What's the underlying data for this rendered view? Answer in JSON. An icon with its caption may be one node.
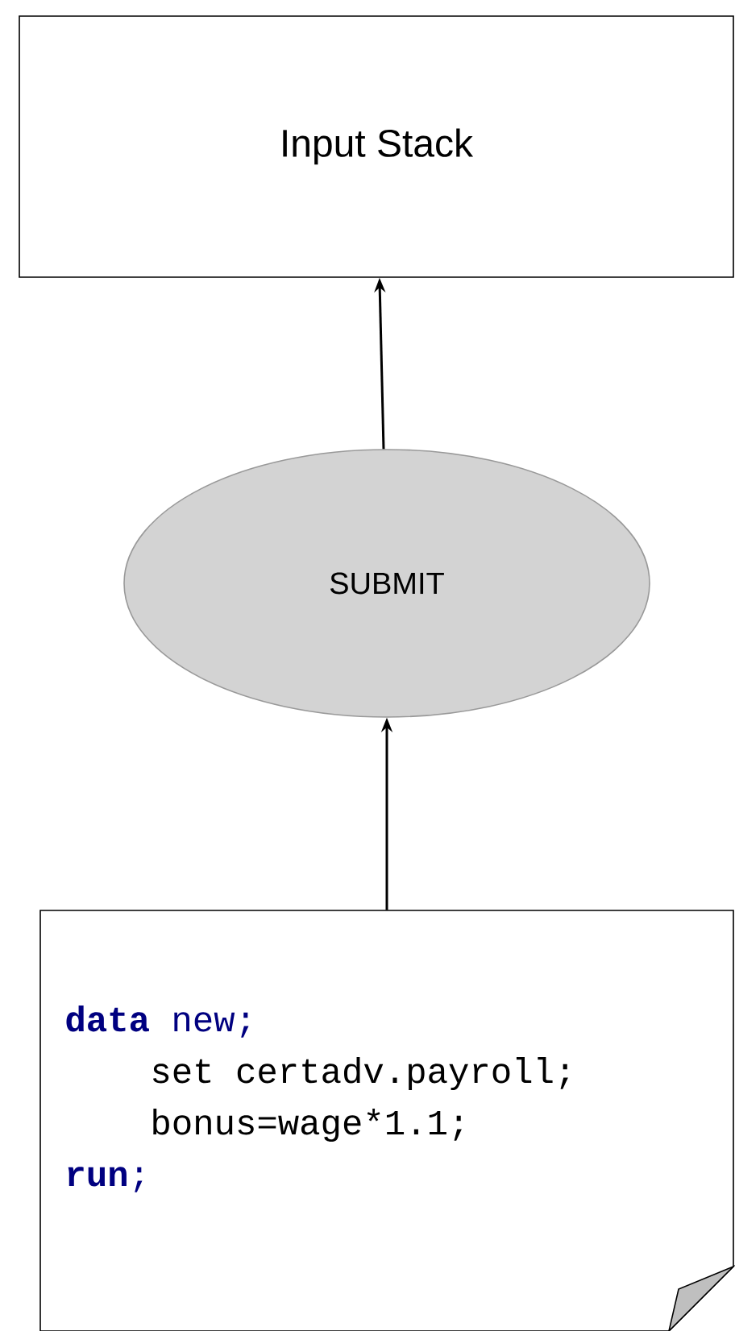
{
  "diagram": {
    "nodes": [
      {
        "text": [
          "Input Stack"
        ]
      },
      {
        "text": [
          "SUBMIT"
        ]
      },
      {
        "text": [
          "**data** new;",
          "set certadv.payroll;",
          "bonus=wage*1.1;",
          "**run**;"
        ]
      }
    ],
    "edges": [
      {
        "from": 1,
        "to": 0,
        "arrow": "to"
      },
      {
        "from": 2,
        "to": 1,
        "arrow": "to"
      }
    ]
  }
}
